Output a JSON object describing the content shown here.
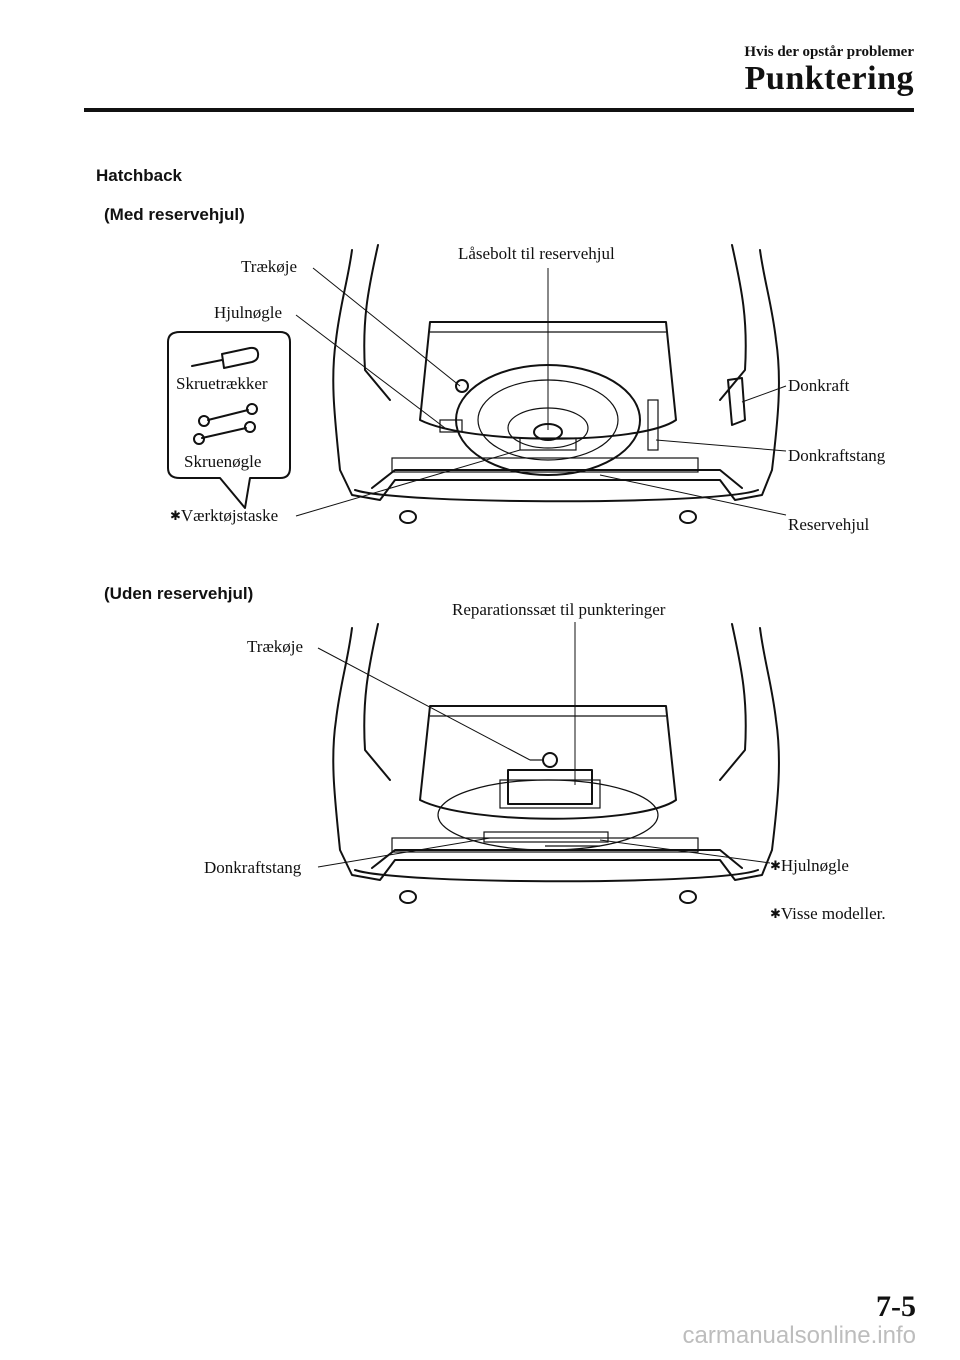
{
  "header": {
    "section": "Hvis der opstår problemer",
    "title": "Punktering"
  },
  "page": {
    "heading": "Hatchback",
    "page_number": "7-5",
    "watermark": "carmanualsonline.info"
  },
  "figure_with_spare": {
    "caption": "(Med reservehjul)",
    "labels": {
      "tow_eye": "Trækøje",
      "spare_lock_bolt": "Låsebolt til reservehjul",
      "lug_wrench": "Hjulnøgle",
      "screwdriver": "Skruetrækker",
      "spanner": "Skruenøgle",
      "tool_bag": "Værktøjstaske",
      "jack": "Donkraft",
      "jack_handle": "Donkraftstang",
      "spare_tire": "Reservehjul"
    }
  },
  "figure_without_spare": {
    "caption": "(Uden reservehjul)",
    "labels": {
      "repair_kit": "Reparationssæt til punkteringer",
      "tow_eye": "Trækøje",
      "jack_handle": "Donkraftstang",
      "lug_wrench": "Hjulnøgle"
    }
  },
  "footnote": {
    "marker": "✱",
    "text": "Visse modeller."
  },
  "icons": [
    "asterisk-icon",
    "screwdriver-icon",
    "wrench-icon"
  ]
}
